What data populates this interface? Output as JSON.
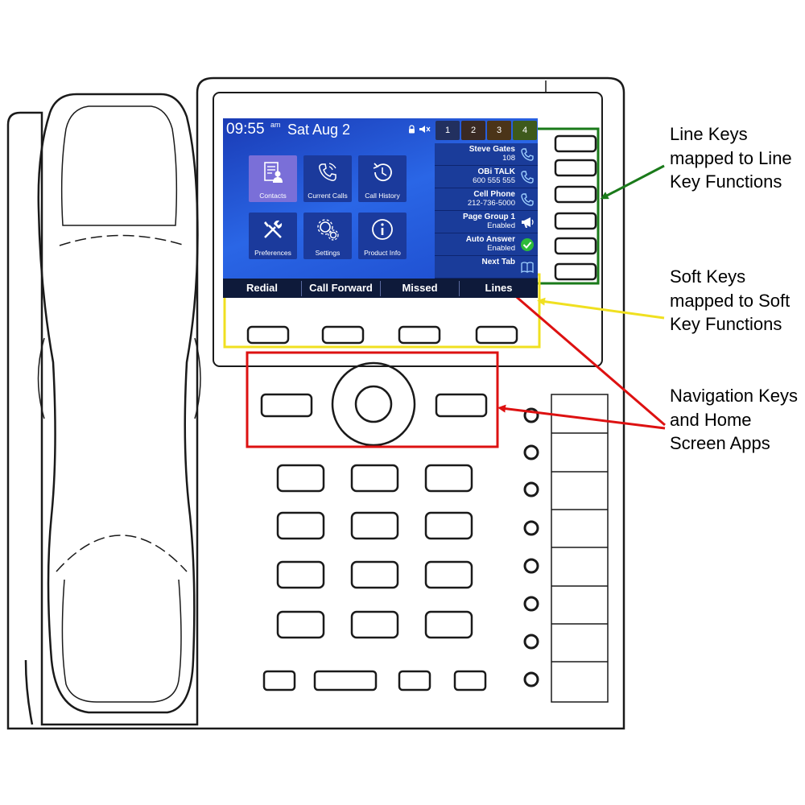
{
  "screen": {
    "time": "09:55",
    "ampm": "am",
    "date": "Sat Aug 2",
    "tabs": [
      "1",
      "2",
      "3",
      "4"
    ],
    "icons": [
      "lock-icon",
      "speaker-icon"
    ]
  },
  "apps": [
    {
      "label": "Contacts",
      "icon": "contacts-icon",
      "selected": true
    },
    {
      "label": "Current Calls",
      "icon": "current-calls-icon"
    },
    {
      "label": "Call History",
      "icon": "call-history-icon"
    },
    {
      "label": "Preferences",
      "icon": "preferences-icon"
    },
    {
      "label": "Settings",
      "icon": "settings-icon"
    },
    {
      "label": "Product Info",
      "icon": "product-info-icon"
    }
  ],
  "line_keys": [
    {
      "name": "Steve Gates",
      "sub": "108",
      "icon": "phone-icon"
    },
    {
      "name": "OBi TALK",
      "sub": "600 555 555",
      "icon": "phone-icon"
    },
    {
      "name": "Cell Phone",
      "sub": "212-736-5000",
      "icon": "phone-icon"
    },
    {
      "name": "Page Group 1",
      "sub": "Enabled",
      "icon": "megaphone-icon"
    },
    {
      "name": "Auto Answer",
      "sub": "Enabled",
      "icon": "check-icon"
    },
    {
      "name": "Next Tab",
      "sub": "",
      "icon": "book-icon"
    }
  ],
  "soft_keys": [
    "Redial",
    "Call Forward",
    "Missed",
    "Lines"
  ],
  "callouts": {
    "line_keys": "Line Keys mapped to Line Key Functions",
    "soft_keys": "Soft Keys mapped to Soft Key Functions",
    "navigation": "Navigation Keys and Home Screen Apps"
  },
  "colors": {
    "line_keys_highlight": "#1a7a1a",
    "soft_keys_highlight": "#f0e020",
    "navigation_highlight": "#dd1111"
  }
}
